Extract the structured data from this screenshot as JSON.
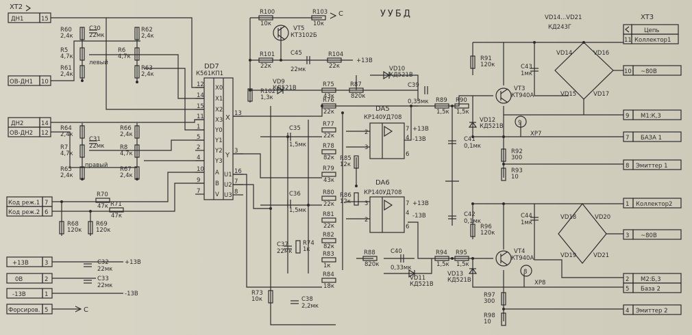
{
  "title": "УУБД",
  "xt2": {
    "label": "XT2",
    "pins": [
      {
        "name": "ДН1",
        "num": "15"
      },
      {
        "name": "ОВ-ДН1",
        "num": "10"
      },
      {
        "name": "ДН2",
        "num": "14"
      },
      {
        "name": "ОВ-ДН2",
        "num": "12"
      },
      {
        "name": "Код реж.1",
        "num": "7"
      },
      {
        "name": "Код реж.2",
        "num": "6"
      },
      {
        "name": "+13В",
        "num": "3"
      },
      {
        "name": "0В",
        "num": "2"
      },
      {
        "name": "-13В",
        "num": "1"
      },
      {
        "name": "Форсиров.",
        "num": "5"
      }
    ]
  },
  "xt3": {
    "label": "XT3",
    "pins": [
      {
        "name": "Цепь",
        "num": ""
      },
      {
        "name": "Коллектор1",
        "num": "11"
      },
      {
        "name": "~80В",
        "num": "10"
      },
      {
        "name": "М1:К,3",
        "num": "9"
      },
      {
        "name": "БАЗА 1",
        "num": "7"
      },
      {
        "name": "Эмиттер 1",
        "num": "8"
      },
      {
        "name": "Коллектор2",
        "num": "1"
      },
      {
        "name": "~80В",
        "num": "3"
      },
      {
        "name": "М2:Б,3",
        "num": "2"
      },
      {
        "name": "База 2",
        "num": "5"
      },
      {
        "name": "Эмиттер 2",
        "num": "4"
      }
    ]
  },
  "dd7": {
    "ref": "DD7",
    "type": "К561КП1",
    "pins_left": [
      {
        "num": "12",
        "label": "X0"
      },
      {
        "num": "14",
        "label": "X1"
      },
      {
        "num": "15",
        "label": "X2"
      },
      {
        "num": "11",
        "label": "X3"
      },
      {
        "num": "1",
        "label": "Y0"
      },
      {
        "num": "5",
        "label": "Y1"
      },
      {
        "num": "2",
        "label": "Y2"
      },
      {
        "num": "4",
        "label": "Y3"
      },
      {
        "num": "10",
        "label": "A"
      },
      {
        "num": "9",
        "label": "B"
      },
      {
        "num": "7",
        "label": "V"
      }
    ],
    "pins_right": [
      {
        "num": "13",
        "label": "X"
      },
      {
        "num": "3",
        "label": "Y"
      },
      {
        "num": "16",
        "label": "U1"
      },
      {
        "num": "7",
        "label": "U2"
      },
      {
        "num": "8",
        "label": "U3"
      }
    ]
  },
  "opamps": [
    {
      "ref": "DA5",
      "type": "КР140УД708",
      "p_in": "3",
      "n_in": "2",
      "out": "6",
      "vp": "+13В",
      "vn": "-13В",
      "vp_pin": "7",
      "vn_pin": "4"
    },
    {
      "ref": "DA6",
      "type": "КР140УД708",
      "p_in": "3",
      "n_in": "2",
      "out": "6",
      "vp": "+13В",
      "vn": "-13В",
      "vp_pin": "7",
      "vn_pin": "4"
    }
  ],
  "transistors": [
    {
      "ref": "VT5",
      "type": "КТ3102Б"
    },
    {
      "ref": "VT3",
      "type": "КТ940А"
    },
    {
      "ref": "VT4",
      "type": "КТ940А"
    }
  ],
  "diode_bridges": {
    "label": "VD14...VD21",
    "type": "КД243Г",
    "d1": [
      "VD14",
      "VD16",
      "VD15",
      "VD17"
    ],
    "d2": [
      "VD18",
      "VD20",
      "VD19",
      "VD21"
    ]
  },
  "diodes": [
    {
      "ref": "VD9",
      "type": "КД521В"
    },
    {
      "ref": "VD10",
      "type": "КД521В"
    },
    {
      "ref": "VD11",
      "type": "КД521В"
    },
    {
      "ref": "VD12",
      "type": "КД521В"
    },
    {
      "ref": "VD13",
      "type": "КД521В"
    }
  ],
  "resistors": [
    {
      "ref": "R60",
      "val": "2,4к"
    },
    {
      "ref": "R5",
      "val": "4,7к"
    },
    {
      "ref": "R61",
      "val": "2,4к"
    },
    {
      "ref": "R62",
      "val": "2,4к"
    },
    {
      "ref": "R6",
      "val": "4,7к"
    },
    {
      "ref": "R63",
      "val": "2,4к"
    },
    {
      "ref": "R64",
      "val": "2,4к"
    },
    {
      "ref": "R7",
      "val": "4,7к"
    },
    {
      "ref": "R65",
      "val": "2,4к"
    },
    {
      "ref": "R66",
      "val": "2,4к"
    },
    {
      "ref": "R8",
      "val": "4,7к"
    },
    {
      "ref": "R67",
      "val": "2,4к"
    },
    {
      "ref": "R70",
      "val": "47к"
    },
    {
      "ref": "R71",
      "val": "47к"
    },
    {
      "ref": "R68",
      "val": "120к"
    },
    {
      "ref": "R69",
      "val": "120к"
    },
    {
      "ref": "R100",
      "val": "10к"
    },
    {
      "ref": "R103",
      "val": "10к"
    },
    {
      "ref": "R101",
      "val": "22к"
    },
    {
      "ref": "R104",
      "val": "22к"
    },
    {
      "ref": "R102",
      "val": "1,3к"
    },
    {
      "ref": "R75",
      "val": "43к"
    },
    {
      "ref": "R76",
      "val": "22к"
    },
    {
      "ref": "R77",
      "val": "22к"
    },
    {
      "ref": "R78",
      "val": "82к"
    },
    {
      "ref": "R79",
      "val": "43к"
    },
    {
      "ref": "R80",
      "val": "22к"
    },
    {
      "ref": "R81",
      "val": "22к"
    },
    {
      "ref": "R82",
      "val": "82к"
    },
    {
      "ref": "R83",
      "val": "1к"
    },
    {
      "ref": "R84",
      "val": "18к"
    },
    {
      "ref": "R85",
      "val": "12к"
    },
    {
      "ref": "R86",
      "val": "12к"
    },
    {
      "ref": "R87",
      "val": "820к"
    },
    {
      "ref": "R88",
      "val": "820к"
    },
    {
      "ref": "R89",
      "val": "1,5к"
    },
    {
      "ref": "R90",
      "val": "1,5к"
    },
    {
      "ref": "R91",
      "val": "120к"
    },
    {
      "ref": "R92",
      "val": "300"
    },
    {
      "ref": "R93",
      "val": "10"
    },
    {
      "ref": "R94",
      "val": "1,5к"
    },
    {
      "ref": "R95",
      "val": "1,5к"
    },
    {
      "ref": "R96",
      "val": "120к"
    },
    {
      "ref": "R97",
      "val": "300"
    },
    {
      "ref": "R98",
      "val": "10"
    },
    {
      "ref": "R73",
      "val": "10к"
    },
    {
      "ref": "R74",
      "val": "1к"
    }
  ],
  "capacitors": [
    {
      "ref": "C30",
      "val": "22мк"
    },
    {
      "ref": "C31",
      "val": "22мк"
    },
    {
      "ref": "C45",
      "val": "22мк"
    },
    {
      "ref": "C35",
      "val": "1,5мк"
    },
    {
      "ref": "C36",
      "val": "1,5мк"
    },
    {
      "ref": "C37",
      "val": "22мк"
    },
    {
      "ref": "C38",
      "val": "2,2мк"
    },
    {
      "ref": "C39",
      "val": "0,33мк"
    },
    {
      "ref": "C40",
      "val": "0,33мк"
    },
    {
      "ref": "C41",
      "val": "0,1мк"
    },
    {
      "ref": "C42",
      "val": "0,1мк"
    },
    {
      "ref": "C43",
      "val": "1мк"
    },
    {
      "ref": "C44",
      "val": "1мк"
    },
    {
      "ref": "C32",
      "val": "22мк"
    },
    {
      "ref": "C33",
      "val": "22мк"
    }
  ],
  "labels": {
    "left": "левый",
    "right": "правый",
    "xp7": "XP7",
    "xp8": "XP8",
    "xp7_num": "9",
    "xp8_num": "8",
    "plus13": "+13В",
    "minus13": "-13В",
    "supply_c": "С",
    "sup_plus": "+13В",
    "sup_minus": "-13В"
  }
}
